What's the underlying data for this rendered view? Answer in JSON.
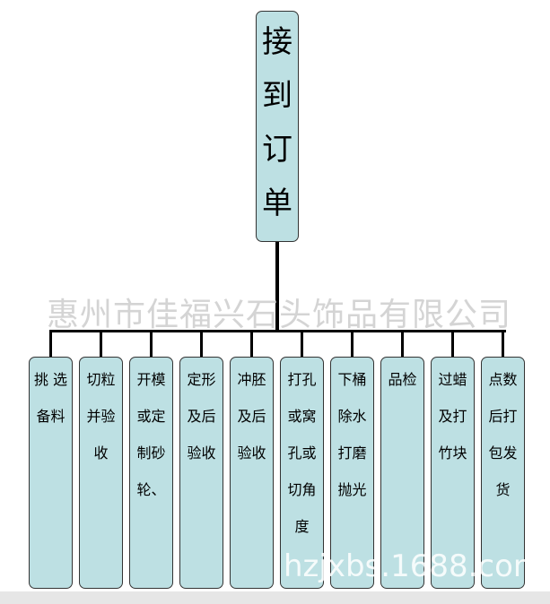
{
  "root": {
    "lines": [
      "接",
      "到",
      "订",
      "单"
    ]
  },
  "steps": [
    {
      "lines": [
        "挑 选",
        "备料"
      ]
    },
    {
      "lines": [
        "切粒",
        "并验",
        "收"
      ]
    },
    {
      "lines": [
        "开模",
        "或定",
        "制砂",
        "轮、"
      ]
    },
    {
      "lines": [
        "定形",
        "及后",
        "验收"
      ]
    },
    {
      "lines": [
        "冲胚",
        "及后",
        "验收"
      ]
    },
    {
      "lines": [
        "打孔",
        "或窝",
        "孔或",
        "切角",
        "度"
      ]
    },
    {
      "lines": [
        "下桶",
        "除水",
        "打磨",
        "抛光"
      ]
    },
    {
      "lines": [
        "品检"
      ]
    },
    {
      "lines": [
        "过蜡",
        "及打",
        "竹块"
      ]
    },
    {
      "lines": [
        "点数",
        "后打",
        "包发",
        "货"
      ]
    }
  ],
  "watermark": "惠州市佳福兴石头饰品有限公司",
  "watermark2": "hzjxbs.1688.com",
  "colors": {
    "box": "#bde0e3",
    "border": "#333333"
  }
}
